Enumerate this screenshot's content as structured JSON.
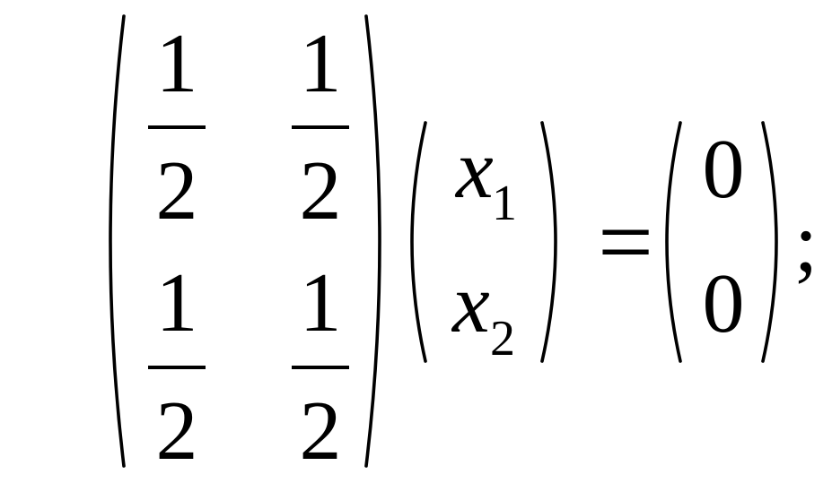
{
  "equation": {
    "matrix": {
      "rows": [
        [
          {
            "numerator": "1",
            "denominator": "2"
          },
          {
            "numerator": "1",
            "denominator": "2"
          }
        ],
        [
          {
            "numerator": "1",
            "denominator": "2"
          },
          {
            "numerator": "1",
            "denominator": "2"
          }
        ]
      ]
    },
    "vector": {
      "entries": [
        {
          "variable": "x",
          "subscript": "1"
        },
        {
          "variable": "x",
          "subscript": "2"
        }
      ]
    },
    "equals_sign": "=",
    "result": {
      "entries": [
        "0",
        "0"
      ]
    },
    "terminator": ";"
  }
}
